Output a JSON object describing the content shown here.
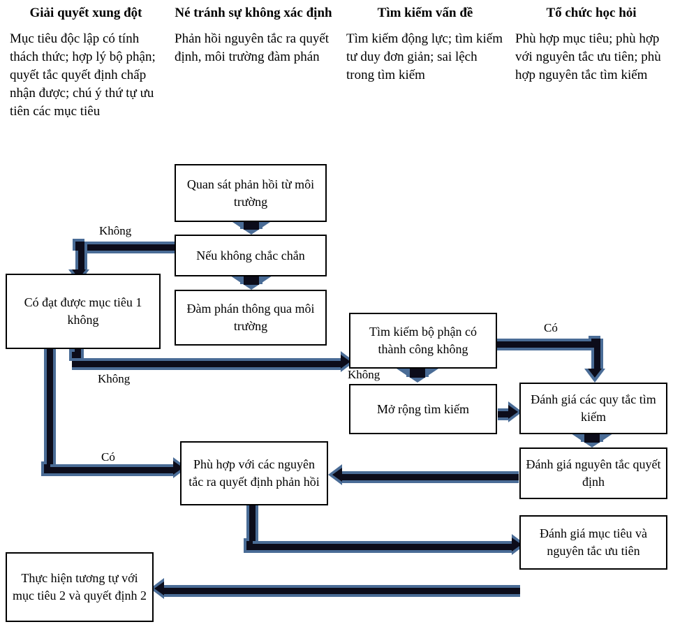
{
  "columns": [
    {
      "title": "Giải quyết xung đột",
      "body": "Mục tiêu độc lập có tính thách thức; hợp lý bộ phận; quyết tắc quyết định chấp nhận được; chú ý thứ tự ưu tiên các mục tiêu"
    },
    {
      "title": "Né tránh sự không xác định",
      "body": "Phản hồi nguyên tắc ra quyết định, môi trường đàm phán"
    },
    {
      "title": "Tìm kiếm vấn đề",
      "body": "Tìm kiếm động lực; tìm kiếm tư duy đơn giản; sai lệch trong tìm kiếm"
    },
    {
      "title": "Tổ chức học hỏi",
      "body": "Phù hợp mục tiêu; phù hợp với nguyên tắc ưu tiên; phù hợp nguyên tắc tìm kiếm"
    }
  ],
  "nodes": {
    "observe_env": "Quan sát phản hồi từ môi trường",
    "if_uncertain": "Nếu không chắc chắn",
    "negotiate_env": "Đàm phán thông qua môi trường",
    "goal1_reached": "Có đạt được mục tiêu 1 không",
    "search_success_unit": "Tìm kiếm bộ phận có thành công không",
    "expand_search": "Mở rộng tìm kiếm",
    "eval_search_rules": "Đánh giá các quy tắc tìm kiếm",
    "eval_decision_rules": "Đánh giá nguyên tắc quyết định",
    "fit_feedback_rules": "Phù hợp với các nguyên tắc ra quyết định phản hồi",
    "eval_goal_priority": "Đánh giá mục tiêu và nguyên tắc ưu tiên",
    "repeat_goal2": "Thực hiện tương tự với mục tiêu 2 và quyết định 2"
  },
  "edge_labels": {
    "uncertain_to_goal1": "Không",
    "goal1_no": "Không",
    "goal1_yes": "Có",
    "search_yes": "Có",
    "search_no": "Không"
  },
  "colors": {
    "arrow_core": "#0c0c1a",
    "arrow_outline": "#4a6c96",
    "node_border": "#000000",
    "background": "#ffffff"
  }
}
